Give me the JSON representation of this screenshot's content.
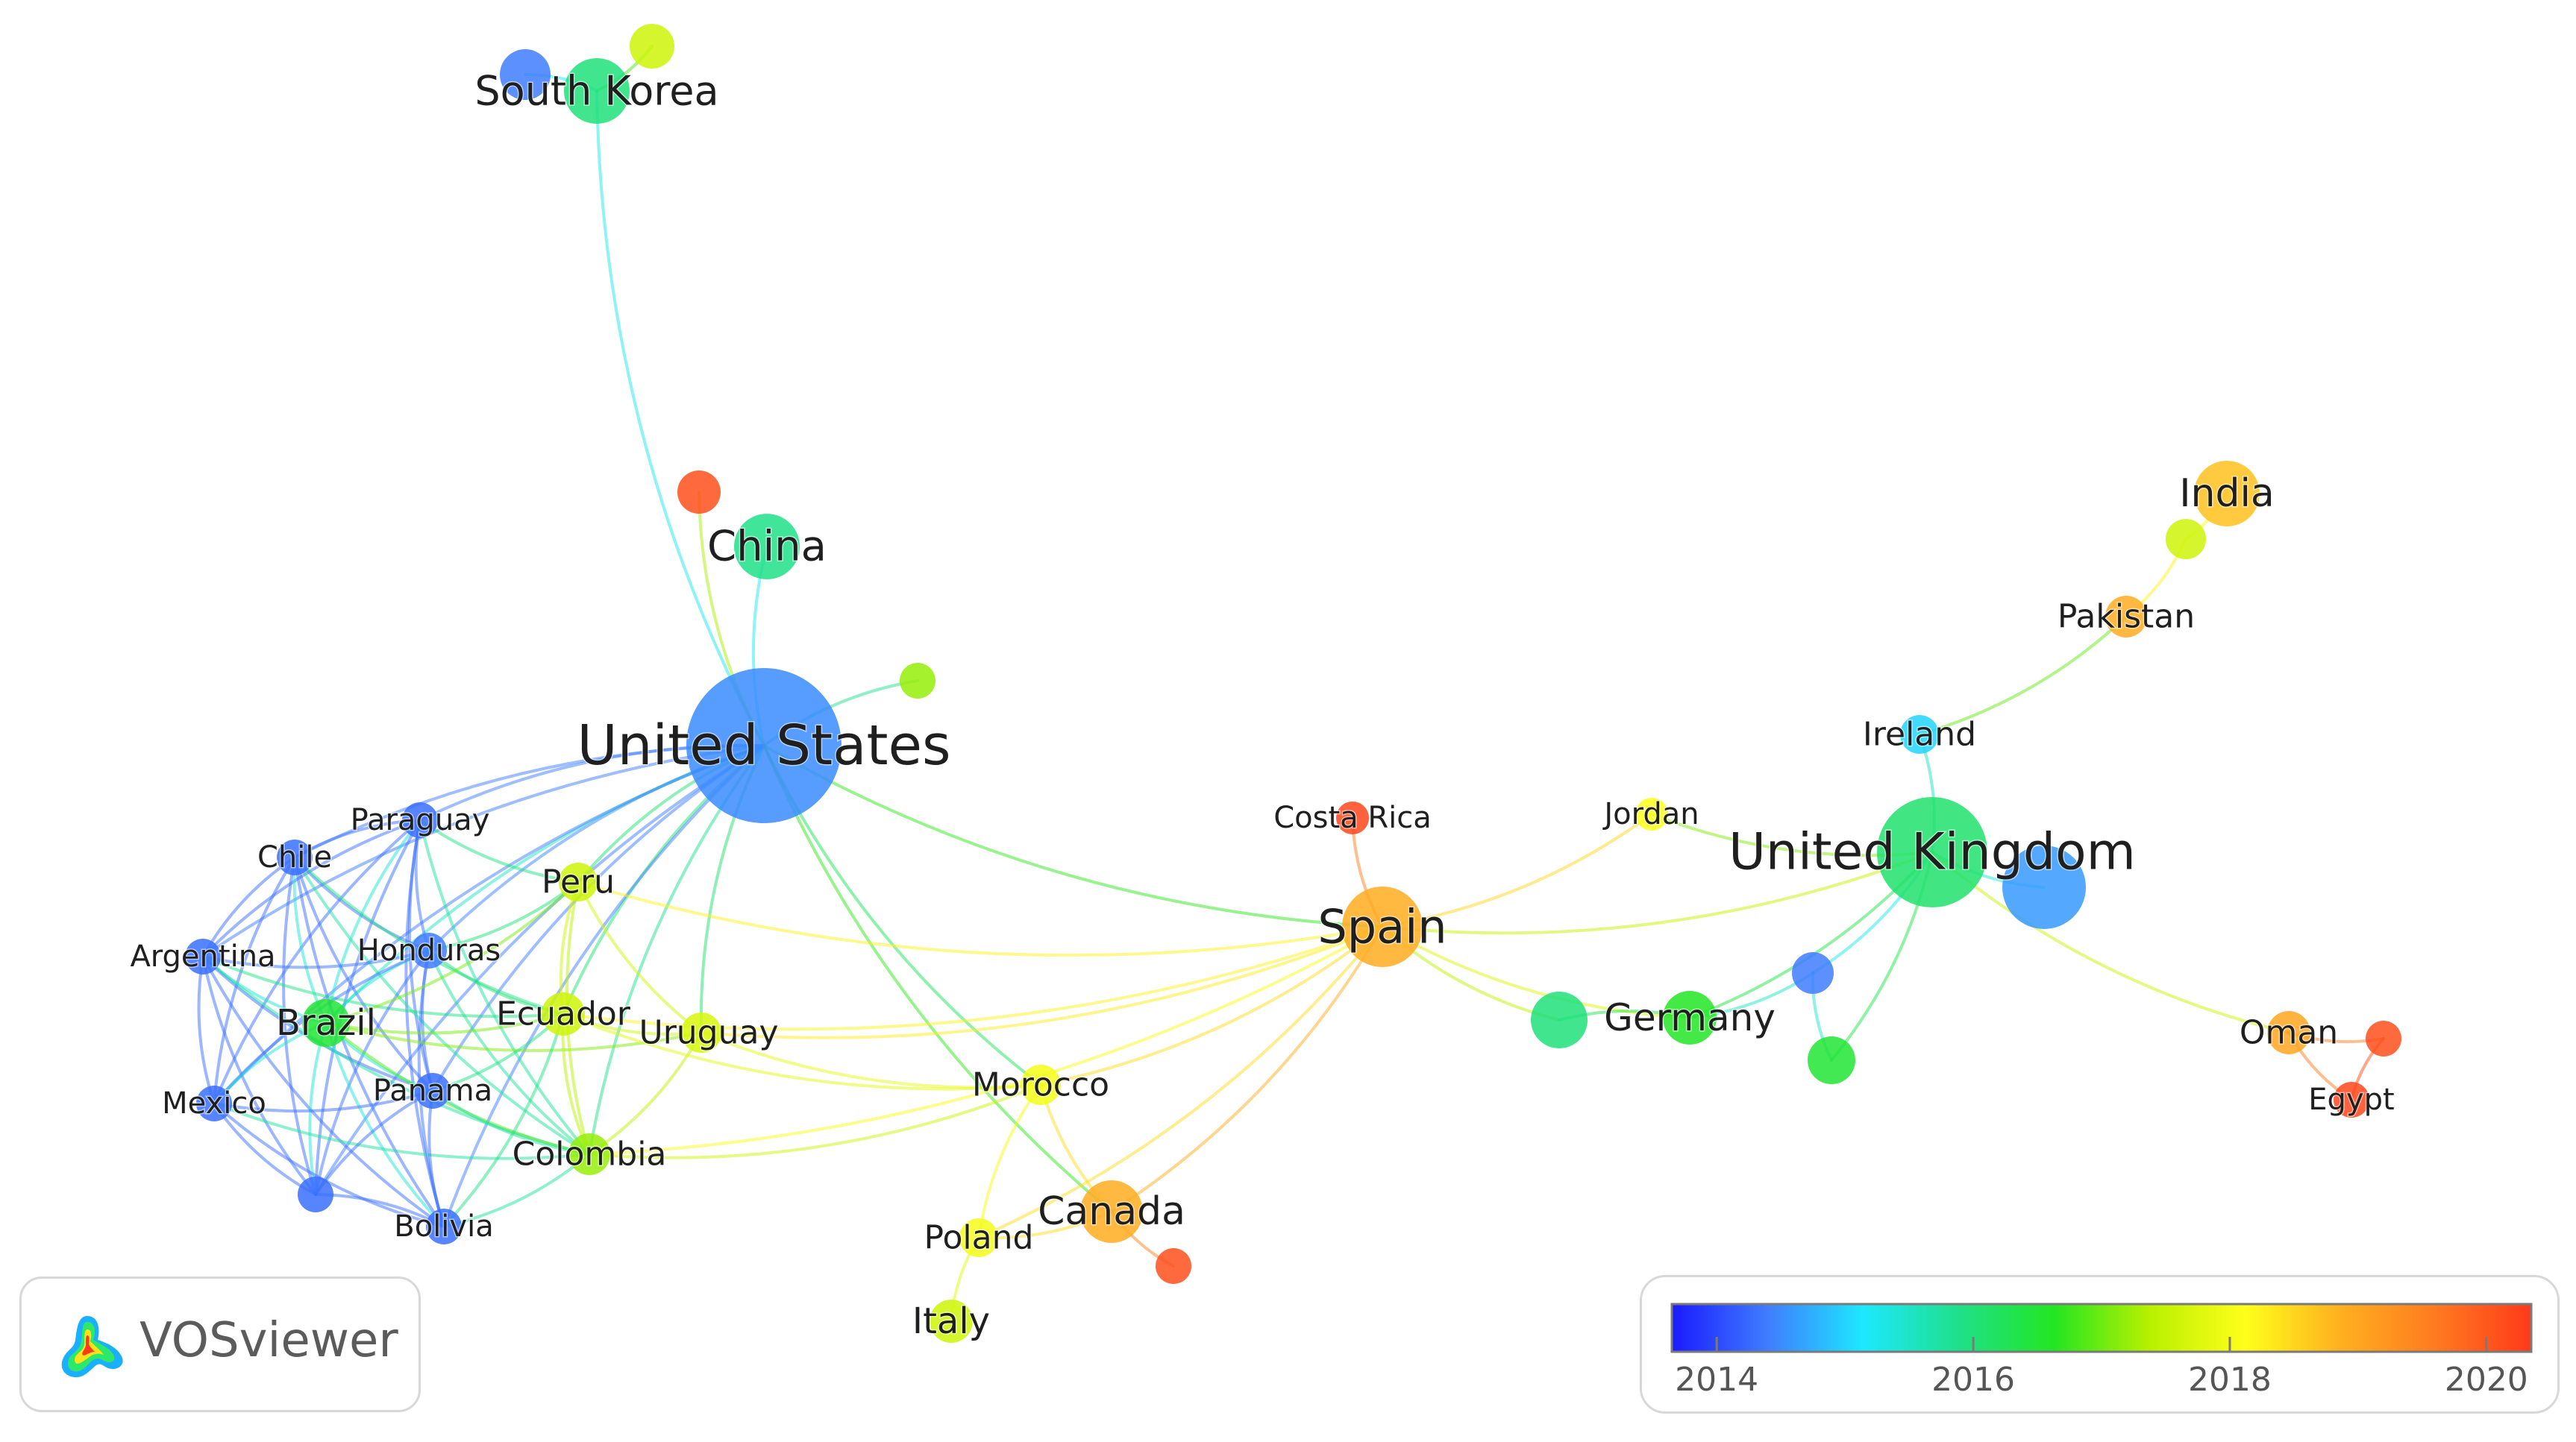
{
  "colorscale": {
    "stops": [
      "#1a1aff",
      "#3f7cff",
      "#1de8ff",
      "#1fe08a",
      "#22e622",
      "#b8f000",
      "#ffff1a",
      "#ffb020",
      "#ff7a20",
      "#ff3a1a"
    ],
    "ticks": [
      "2014",
      "2016",
      "2018",
      "2020"
    ],
    "tick_years": [
      2014,
      2016,
      2018,
      2020
    ],
    "range": [
      2013.65,
      2020.35
    ]
  },
  "logo": {
    "name": "VOSviewer"
  },
  "nodes": [
    {
      "id": "south-korea",
      "label": "South Korea",
      "year": 2016.0,
      "weight": 3
    },
    {
      "id": "south-korea-purple",
      "label": "",
      "year": 2014.4,
      "weight": 2
    },
    {
      "id": "south-korea-green",
      "label": "",
      "year": 2017.6,
      "weight": 1.6
    },
    {
      "id": "china",
      "label": "China",
      "year": 2015.9,
      "weight": 3
    },
    {
      "id": "china-red",
      "label": "",
      "year": 2020.1,
      "weight": 1.5
    },
    {
      "id": "united-states",
      "label": "United States",
      "year": 2014.5,
      "weight": 9
    },
    {
      "id": "us-green",
      "label": "",
      "year": 2017.2,
      "weight": 1
    },
    {
      "id": "paraguay",
      "label": "Paraguay",
      "year": 2014.3,
      "weight": 1
    },
    {
      "id": "chile",
      "label": "Chile",
      "year": 2014.3,
      "weight": 1
    },
    {
      "id": "peru",
      "label": "Peru",
      "year": 2017.6,
      "weight": 1.2
    },
    {
      "id": "argentina",
      "label": "Argentina",
      "year": 2014.3,
      "weight": 1
    },
    {
      "id": "honduras",
      "label": "Honduras",
      "year": 2014.4,
      "weight": 1
    },
    {
      "id": "brazil",
      "label": "Brazil",
      "year": 2016.5,
      "weight": 1.8
    },
    {
      "id": "ecuador",
      "label": "Ecuador",
      "year": 2017.6,
      "weight": 1.5
    },
    {
      "id": "uruguay",
      "label": "Uruguay",
      "year": 2017.7,
      "weight": 1.3
    },
    {
      "id": "mexico",
      "label": "Mexico",
      "year": 2014.3,
      "weight": 1
    },
    {
      "id": "panama",
      "label": "Panama",
      "year": 2014.3,
      "weight": 1
    },
    {
      "id": "colombia",
      "label": "Colombia",
      "year": 2017.2,
      "weight": 1.4
    },
    {
      "id": "latam-purple",
      "label": "",
      "year": 2014.3,
      "weight": 1
    },
    {
      "id": "bolivia",
      "label": "Bolivia",
      "year": 2014.3,
      "weight": 1
    },
    {
      "id": "morocco",
      "label": "Morocco",
      "year": 2018.0,
      "weight": 1.3
    },
    {
      "id": "poland",
      "label": "Poland",
      "year": 2018.0,
      "weight": 1.2
    },
    {
      "id": "italy",
      "label": "Italy",
      "year": 2017.6,
      "weight": 1.5
    },
    {
      "id": "canada",
      "label": "Canada",
      "year": 2018.9,
      "weight": 2.8
    },
    {
      "id": "canada-red",
      "label": "",
      "year": 2020.1,
      "weight": 1
    },
    {
      "id": "costa-rica",
      "label": "Costa Rica",
      "year": 2020.2,
      "weight": 0.8
    },
    {
      "id": "spain",
      "label": "Spain",
      "year": 2018.9,
      "weight": 4
    },
    {
      "id": "jordan",
      "label": "Jordan",
      "year": 2018.1,
      "weight": 0.8
    },
    {
      "id": "germany",
      "label": "Germany",
      "year": 2016.6,
      "weight": 2.2
    },
    {
      "id": "germany-cyan",
      "label": "",
      "year": 2016.0,
      "weight": 2.4
    },
    {
      "id": "uk-purple-small",
      "label": "",
      "year": 2014.4,
      "weight": 1.4
    },
    {
      "id": "uk-teal",
      "label": "",
      "year": 2016.5,
      "weight": 1.8
    },
    {
      "id": "united-kingdom",
      "label": "United Kingdom",
      "year": 2016.1,
      "weight": 6
    },
    {
      "id": "uk-purple-big",
      "label": "",
      "year": 2014.6,
      "weight": 4.2
    },
    {
      "id": "ireland",
      "label": "Ireland",
      "year": 2015.0,
      "weight": 1.2
    },
    {
      "id": "pakistan",
      "label": "Pakistan",
      "year": 2018.9,
      "weight": 1.4
    },
    {
      "id": "pakistan-green",
      "label": "",
      "year": 2017.6,
      "weight": 1.3
    },
    {
      "id": "india",
      "label": "India",
      "year": 2018.7,
      "weight": 3
    },
    {
      "id": "oman",
      "label": "Oman",
      "year": 2019.0,
      "weight": 1.5
    },
    {
      "id": "oman-red",
      "label": "",
      "year": 2020.1,
      "weight": 1
    },
    {
      "id": "egypt",
      "label": "Egypt",
      "year": 2020.2,
      "weight": 1
    }
  ],
  "links": [
    [
      "south-korea",
      "united-states"
    ],
    [
      "south-korea",
      "south-korea-purple"
    ],
    [
      "south-korea",
      "south-korea-green"
    ],
    [
      "china",
      "united-states"
    ],
    [
      "china-red",
      "united-states"
    ],
    [
      "us-green",
      "united-states"
    ],
    [
      "united-states",
      "paraguay"
    ],
    [
      "united-states",
      "chile"
    ],
    [
      "united-states",
      "peru"
    ],
    [
      "united-states",
      "argentina"
    ],
    [
      "united-states",
      "honduras"
    ],
    [
      "united-states",
      "brazil"
    ],
    [
      "united-states",
      "ecuador"
    ],
    [
      "united-states",
      "uruguay"
    ],
    [
      "united-states",
      "mexico"
    ],
    [
      "united-states",
      "panama"
    ],
    [
      "united-states",
      "colombia"
    ],
    [
      "united-states",
      "bolivia"
    ],
    [
      "united-states",
      "latam-purple"
    ],
    [
      "united-states",
      "spain"
    ],
    [
      "united-states",
      "morocco"
    ],
    [
      "united-states",
      "canada"
    ],
    [
      "paraguay",
      "chile"
    ],
    [
      "paraguay",
      "argentina"
    ],
    [
      "paraguay",
      "honduras"
    ],
    [
      "paraguay",
      "brazil"
    ],
    [
      "paraguay",
      "mexico"
    ],
    [
      "paraguay",
      "panama"
    ],
    [
      "paraguay",
      "bolivia"
    ],
    [
      "paraguay",
      "latam-purple"
    ],
    [
      "paraguay",
      "peru"
    ],
    [
      "paraguay",
      "colombia"
    ],
    [
      "chile",
      "argentina"
    ],
    [
      "chile",
      "honduras"
    ],
    [
      "chile",
      "brazil"
    ],
    [
      "chile",
      "mexico"
    ],
    [
      "chile",
      "panama"
    ],
    [
      "chile",
      "bolivia"
    ],
    [
      "chile",
      "latam-purple"
    ],
    [
      "chile",
      "colombia"
    ],
    [
      "chile",
      "ecuador"
    ],
    [
      "argentina",
      "honduras"
    ],
    [
      "argentina",
      "brazil"
    ],
    [
      "argentina",
      "mexico"
    ],
    [
      "argentina",
      "panama"
    ],
    [
      "argentina",
      "bolivia"
    ],
    [
      "argentina",
      "latam-purple"
    ],
    [
      "argentina",
      "colombia"
    ],
    [
      "argentina",
      "ecuador"
    ],
    [
      "honduras",
      "brazil"
    ],
    [
      "honduras",
      "mexico"
    ],
    [
      "honduras",
      "panama"
    ],
    [
      "honduras",
      "bolivia"
    ],
    [
      "honduras",
      "latam-purple"
    ],
    [
      "honduras",
      "peru"
    ],
    [
      "honduras",
      "ecuador"
    ],
    [
      "honduras",
      "colombia"
    ],
    [
      "brazil",
      "mexico"
    ],
    [
      "brazil",
      "panama"
    ],
    [
      "brazil",
      "bolivia"
    ],
    [
      "brazil",
      "latam-purple"
    ],
    [
      "brazil",
      "colombia"
    ],
    [
      "brazil",
      "ecuador"
    ],
    [
      "brazil",
      "peru"
    ],
    [
      "brazil",
      "uruguay"
    ],
    [
      "mexico",
      "panama"
    ],
    [
      "mexico",
      "bolivia"
    ],
    [
      "mexico",
      "latam-purple"
    ],
    [
      "mexico",
      "colombia"
    ],
    [
      "panama",
      "bolivia"
    ],
    [
      "panama",
      "latam-purple"
    ],
    [
      "panama",
      "colombia"
    ],
    [
      "panama",
      "ecuador"
    ],
    [
      "bolivia",
      "latam-purple"
    ],
    [
      "bolivia",
      "colombia"
    ],
    [
      "bolivia",
      "ecuador"
    ],
    [
      "peru",
      "ecuador"
    ],
    [
      "peru",
      "colombia"
    ],
    [
      "peru",
      "uruguay"
    ],
    [
      "ecuador",
      "colombia"
    ],
    [
      "ecuador",
      "uruguay"
    ],
    [
      "colombia",
      "uruguay"
    ],
    [
      "uruguay",
      "morocco"
    ],
    [
      "uruguay",
      "spain"
    ],
    [
      "ecuador",
      "spain"
    ],
    [
      "colombia",
      "spain"
    ],
    [
      "peru",
      "spain"
    ],
    [
      "ecuador",
      "morocco"
    ],
    [
      "colombia",
      "morocco"
    ],
    [
      "morocco",
      "spain"
    ],
    [
      "morocco",
      "canada"
    ],
    [
      "morocco",
      "poland"
    ],
    [
      "poland",
      "italy"
    ],
    [
      "poland",
      "canada"
    ],
    [
      "canada",
      "canada-red"
    ],
    [
      "canada",
      "spain"
    ],
    [
      "poland",
      "spain"
    ],
    [
      "costa-rica",
      "spain"
    ],
    [
      "spain",
      "jordan"
    ],
    [
      "spain",
      "germany"
    ],
    [
      "spain",
      "germany-cyan"
    ],
    [
      "spain",
      "united-kingdom"
    ],
    [
      "jordan",
      "united-kingdom"
    ],
    [
      "germany",
      "germany-cyan"
    ],
    [
      "germany",
      "uk-purple-small"
    ],
    [
      "germany",
      "united-kingdom"
    ],
    [
      "uk-purple-small",
      "united-kingdom"
    ],
    [
      "uk-purple-small",
      "uk-teal"
    ],
    [
      "uk-teal",
      "united-kingdom"
    ],
    [
      "united-kingdom",
      "uk-purple-big"
    ],
    [
      "united-kingdom",
      "ireland"
    ],
    [
      "ireland",
      "pakistan"
    ],
    [
      "pakistan",
      "pakistan-green"
    ],
    [
      "pakistan-green",
      "india"
    ],
    [
      "united-kingdom",
      "oman"
    ],
    [
      "oman",
      "oman-red"
    ],
    [
      "oman",
      "egypt"
    ],
    [
      "oman-red",
      "egypt"
    ]
  ]
}
